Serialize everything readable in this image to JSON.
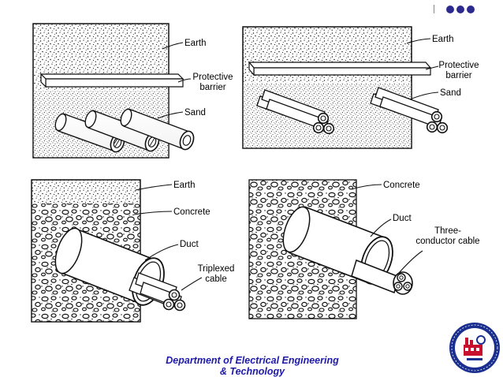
{
  "diagram": {
    "panel1": {
      "earth": "Earth",
      "barrier_line1": "Protective",
      "barrier_line2": "barrier",
      "sand": "Sand"
    },
    "panel2": {
      "earth": "Earth",
      "barrier_line1": "Protective",
      "barrier_line2": "barrier",
      "sand": "Sand"
    },
    "panel3": {
      "earth": "Earth",
      "concrete": "Concrete",
      "duct": "Duct",
      "cable_line1": "Triplexed",
      "cable_line2": "cable"
    },
    "panel4": {
      "concrete": "Concrete",
      "duct": "Duct",
      "cable_line1": "Three-",
      "cable_line2": "conductor cable"
    }
  },
  "footer": {
    "line1": "Department of Electrical Engineering",
    "line2": "& Technology"
  },
  "colors": {
    "footer_text": "#1f1aa8",
    "nav_dots": "#2d2a8f",
    "logo_blue": "#1a2f8f",
    "logo_red": "#c8102e"
  },
  "icons": {
    "nav": "dots-menu-icon",
    "logo": "university-seal-icon"
  }
}
